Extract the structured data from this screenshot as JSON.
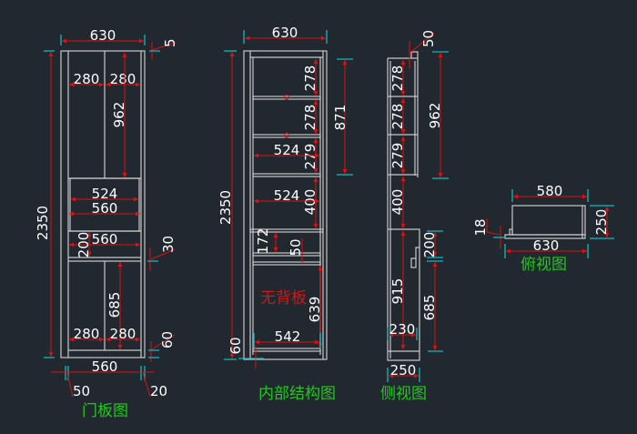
{
  "colors": {
    "background": "#212830",
    "geometry": "#c8c8c8",
    "dimension_line": "#e01010",
    "extension_tick": "#10b8c0",
    "dimension_text": "#ffffff",
    "caption": "#22c81e",
    "note": "#d01818"
  },
  "door_view": {
    "caption": "门板图",
    "dims": {
      "width_top": "630",
      "gap_top": "5",
      "height_total": "2350",
      "upper_left": "280",
      "upper_right": "280",
      "upper_height": "962",
      "drawer_inner": "524",
      "drawer_outer": "560",
      "mid_width": "560",
      "mid_height": "200",
      "mid_gap": "30",
      "lower_height": "685",
      "lower_left": "280",
      "lower_right": "280",
      "bottom_gap": "60",
      "bottom_width": "560",
      "left_offset": "50",
      "right_offset": "20"
    }
  },
  "inner_view": {
    "caption": "内部结构图",
    "note": "无背板",
    "dims": {
      "width_top": "630",
      "height_total": "2350",
      "shelf1": "278",
      "shelf2": "278",
      "shelf3": "279",
      "upper_total": "871",
      "shelf_width_1": "524",
      "shelf_width_2": "524",
      "shelf4": "400",
      "drawer_space": "172",
      "drawer_gap": "50",
      "lower_height": "639",
      "bottom_width": "542",
      "plinth": "60"
    }
  },
  "side_view": {
    "caption": "侧视图",
    "dims": {
      "top_gap": "50",
      "shelf1": "278",
      "shelf2": "278",
      "shelf3": "279",
      "upper_total": "962",
      "shelf4": "400",
      "mid_height": "200",
      "lower_total": "915",
      "lower_door": "685",
      "inner_depth": "230",
      "depth": "250"
    }
  },
  "top_view": {
    "caption": "俯视图",
    "dims": {
      "inner_width": "580",
      "depth": "250",
      "door_thickness": "18",
      "outer_width": "630"
    }
  }
}
